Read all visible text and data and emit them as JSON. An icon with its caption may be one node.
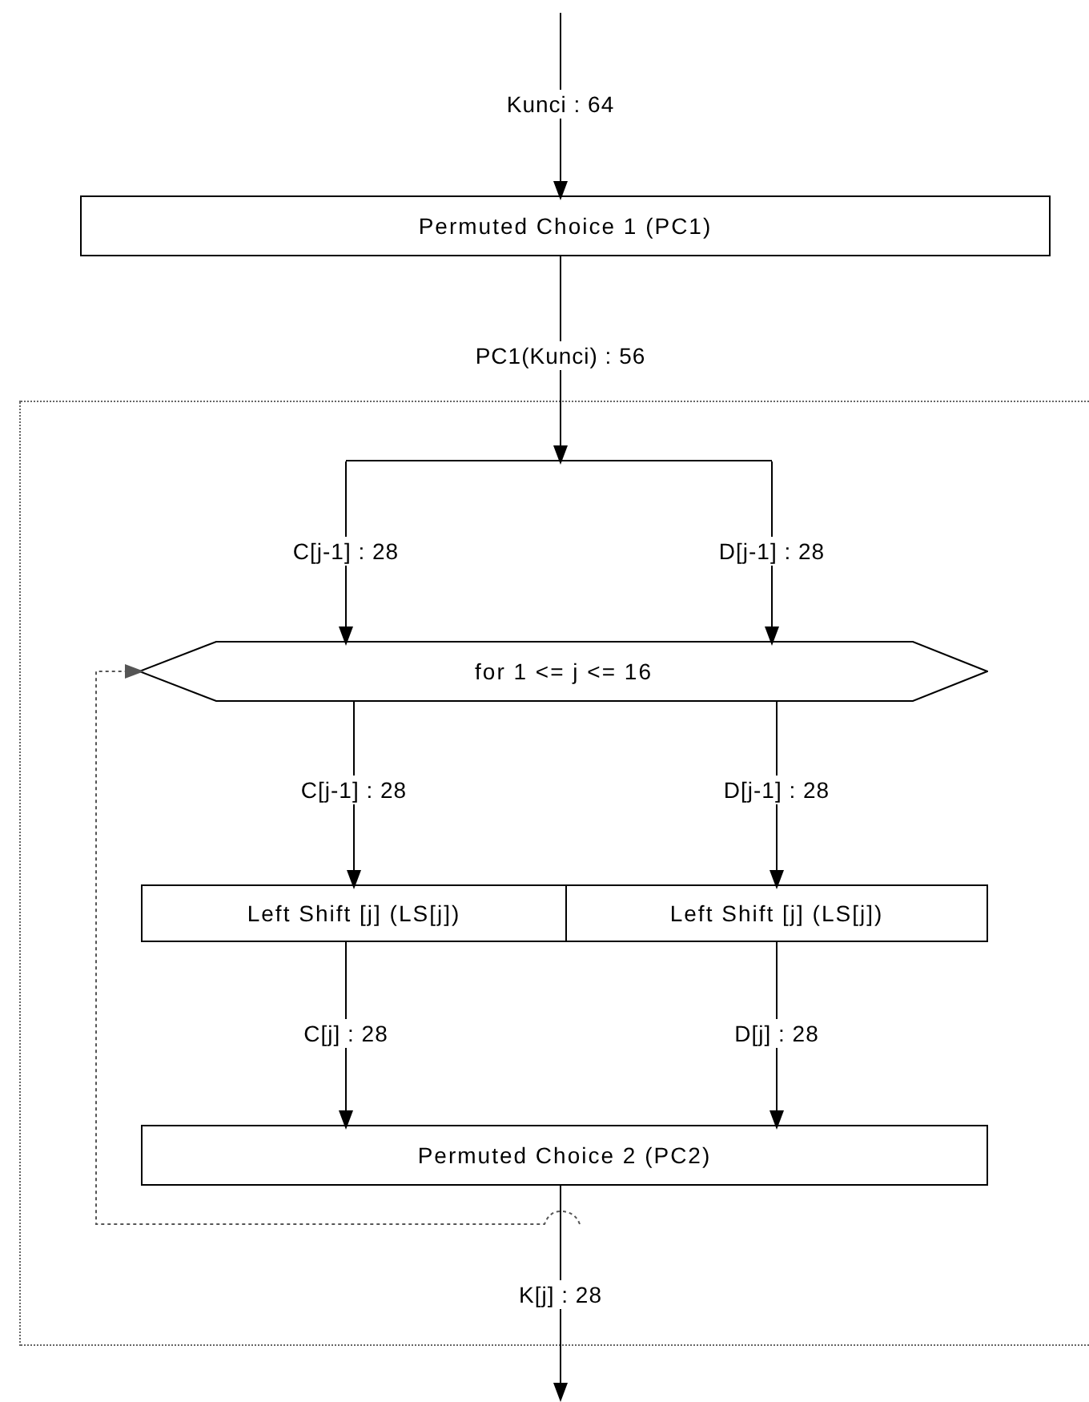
{
  "diagram": {
    "nodes": [
      {
        "text": [
          "Permuted Choice 1 (PC1)"
        ]
      },
      {
        "text": [],
        "shape": "box"
      },
      {
        "text": [],
        "shape": "bar",
        "in": 1
      },
      {
        "text": [
          "for 1 <= j <= 16"
        ],
        "in": 1
      },
      {
        "text": [
          "Left Shift [j] (LS[j])"
        ],
        "in": 1
      },
      {
        "text": [
          "Left Shift [j] (LS[j])"
        ],
        "in": 1
      },
      {
        "text": [
          "Permuted Choice 2 (PC2)"
        ],
        "in": 1
      }
    ],
    "edges": [
      {
        "from": null,
        "to": 0,
        "arrow": "to",
        "label": "Kunci : 64"
      },
      {
        "from": 0,
        "to": 2,
        "arrow": "to",
        "label": "PC1(Kunci) : 56"
      },
      {
        "from": 2,
        "to": 3,
        "arrow": "to",
        "label": "C[j-1] : 28"
      },
      {
        "from": 2,
        "to": 3,
        "arrow": "to",
        "label": "D[j-1] : 28"
      },
      {
        "from": 3,
        "to": 4,
        "arrow": "to",
        "label": "C[j-1] : 28"
      },
      {
        "from": 3,
        "to": 5,
        "arrow": "to",
        "label": "D[j-1] : 28"
      },
      {
        "from": 4,
        "to": 6,
        "arrow": "to",
        "label": "C[j] : 28"
      },
      {
        "from": 5,
        "to": 6,
        "arrow": "to",
        "label": "D[j] : 28"
      },
      {
        "from": 6,
        "to": null,
        "arrow": "to",
        "label": "K[j] : 28"
      },
      {
        "from": 6,
        "to": 3,
        "arrow": "to",
        "style": "dashed",
        "color": "#555555"
      }
    ]
  }
}
